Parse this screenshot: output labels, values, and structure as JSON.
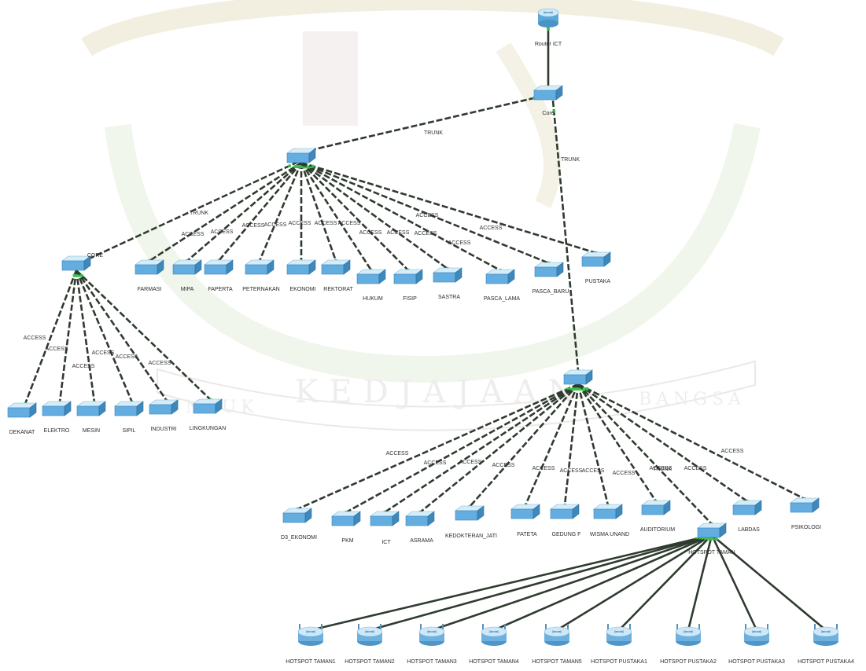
{
  "watermark": {
    "text": "KEDJAJAAN",
    "left": "UNTUK",
    "right": "BANGSA"
  },
  "colors": {
    "switch_top": "#cfe8f7",
    "switch_front": "#5aa9d9",
    "switch_side": "#3d86b8",
    "link": "#2f3b2f",
    "port": "#38c24a",
    "ap_body": "#6fb1de"
  },
  "nodes": {
    "router": "Router ICT",
    "core": "Core",
    "dist_a": "",
    "dist_b": "",
    "dist_c": "",
    "hotspot_switch": "HOTSPOT TAMAN",
    "group_a": [
      "FARMASI",
      "MIPA",
      "FAPERTA",
      "PETERNAKAN",
      "EKONOMI",
      "REKTORAT",
      "HUKUM",
      "FISIP",
      "SASTRA",
      "PASCA_LAMA",
      "PASCA_BARU",
      "PUSTAKA"
    ],
    "group_b": [
      "DEKANAT",
      "ELEKTRO",
      "MESIN",
      "SIPIL",
      "INDUSTRI",
      "LINGKUNGAN"
    ],
    "group_c": [
      "D3_EKONOMI",
      "PKM",
      "ICT",
      "ASRAMA",
      "KEDOKTERAN_JATI",
      "FATETA",
      "GEDUNG F",
      "WISMA UNAND",
      "AUDITORIUM",
      "LABDAS",
      "PSIKOLOGI"
    ],
    "hotspots": [
      "HOTSPOT TAMAN1",
      "HOTSPOT TAMAN2",
      "HOTSPOT TAMAN3",
      "HOTSPOT TAMAN4",
      "HOTSPOT TAMAN5",
      "HOTSPOT PUSTAKA1",
      "HOTSPOT PUSTAKA2",
      "HOTSPOT PUSTAKA3",
      "HOTSPOT PUSTAKA4"
    ]
  },
  "links": {
    "trunk": "TRUNK",
    "access": "ACCESS"
  },
  "b_core_label": "CORE"
}
